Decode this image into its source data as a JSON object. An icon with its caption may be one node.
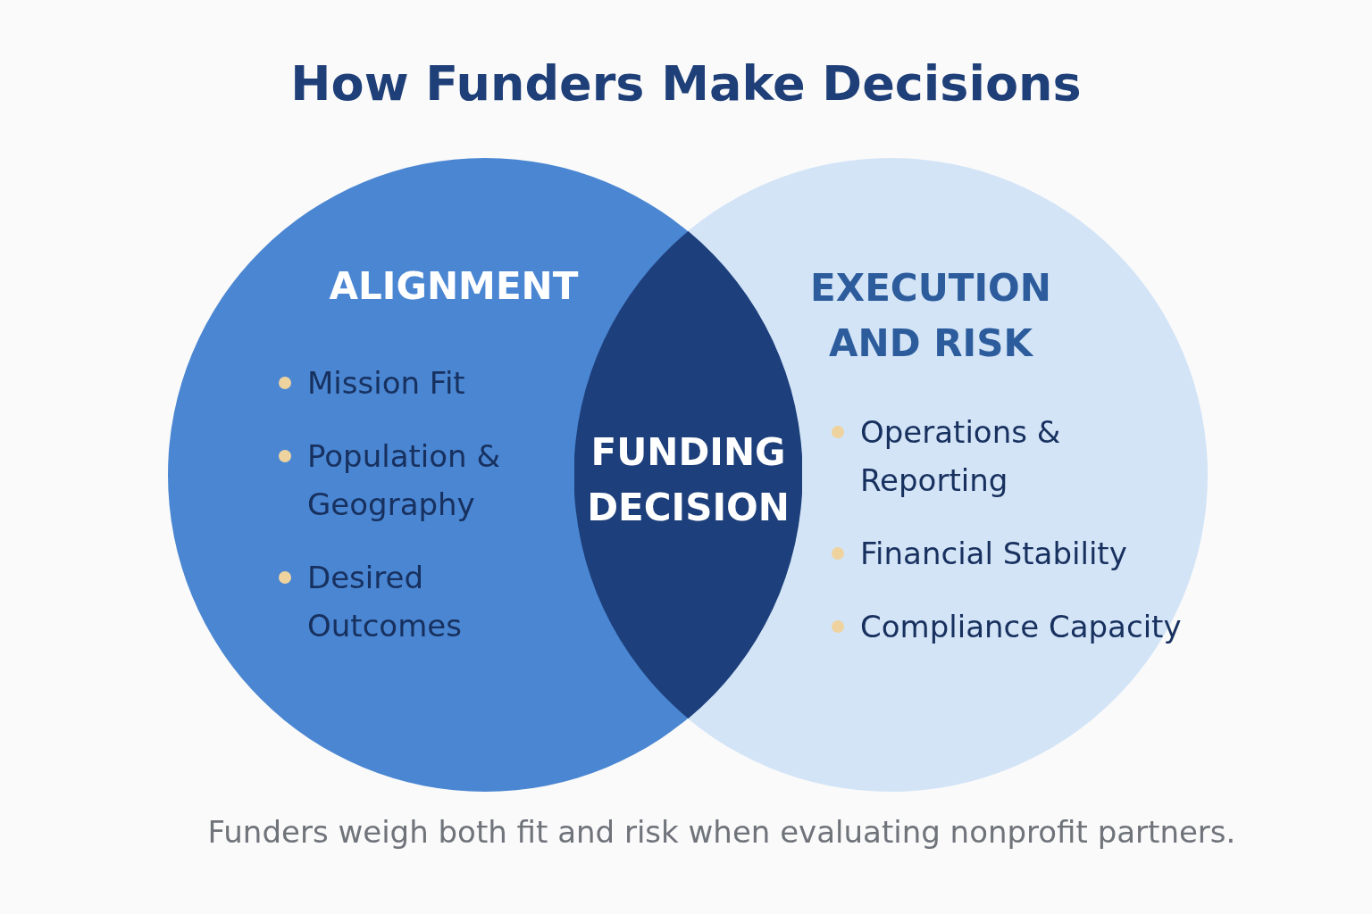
{
  "diagram": {
    "title": "How Funders Make Decisions",
    "caption": "Funders weigh both fit and risk when evaluating nonprofit partners.",
    "nodes": [
      {
        "text": [
          "ALIGNMENT",
          "Mission Fit",
          "Population & Geography",
          "Desired Outcomes"
        ]
      },
      {
        "text": [
          "EXECUTION AND RISK",
          "Operations & Reporting",
          "Financial Stability",
          "Compliance Capacity"
        ]
      },
      {
        "text": [
          "FUNDING DECISION"
        ]
      }
    ]
  }
}
